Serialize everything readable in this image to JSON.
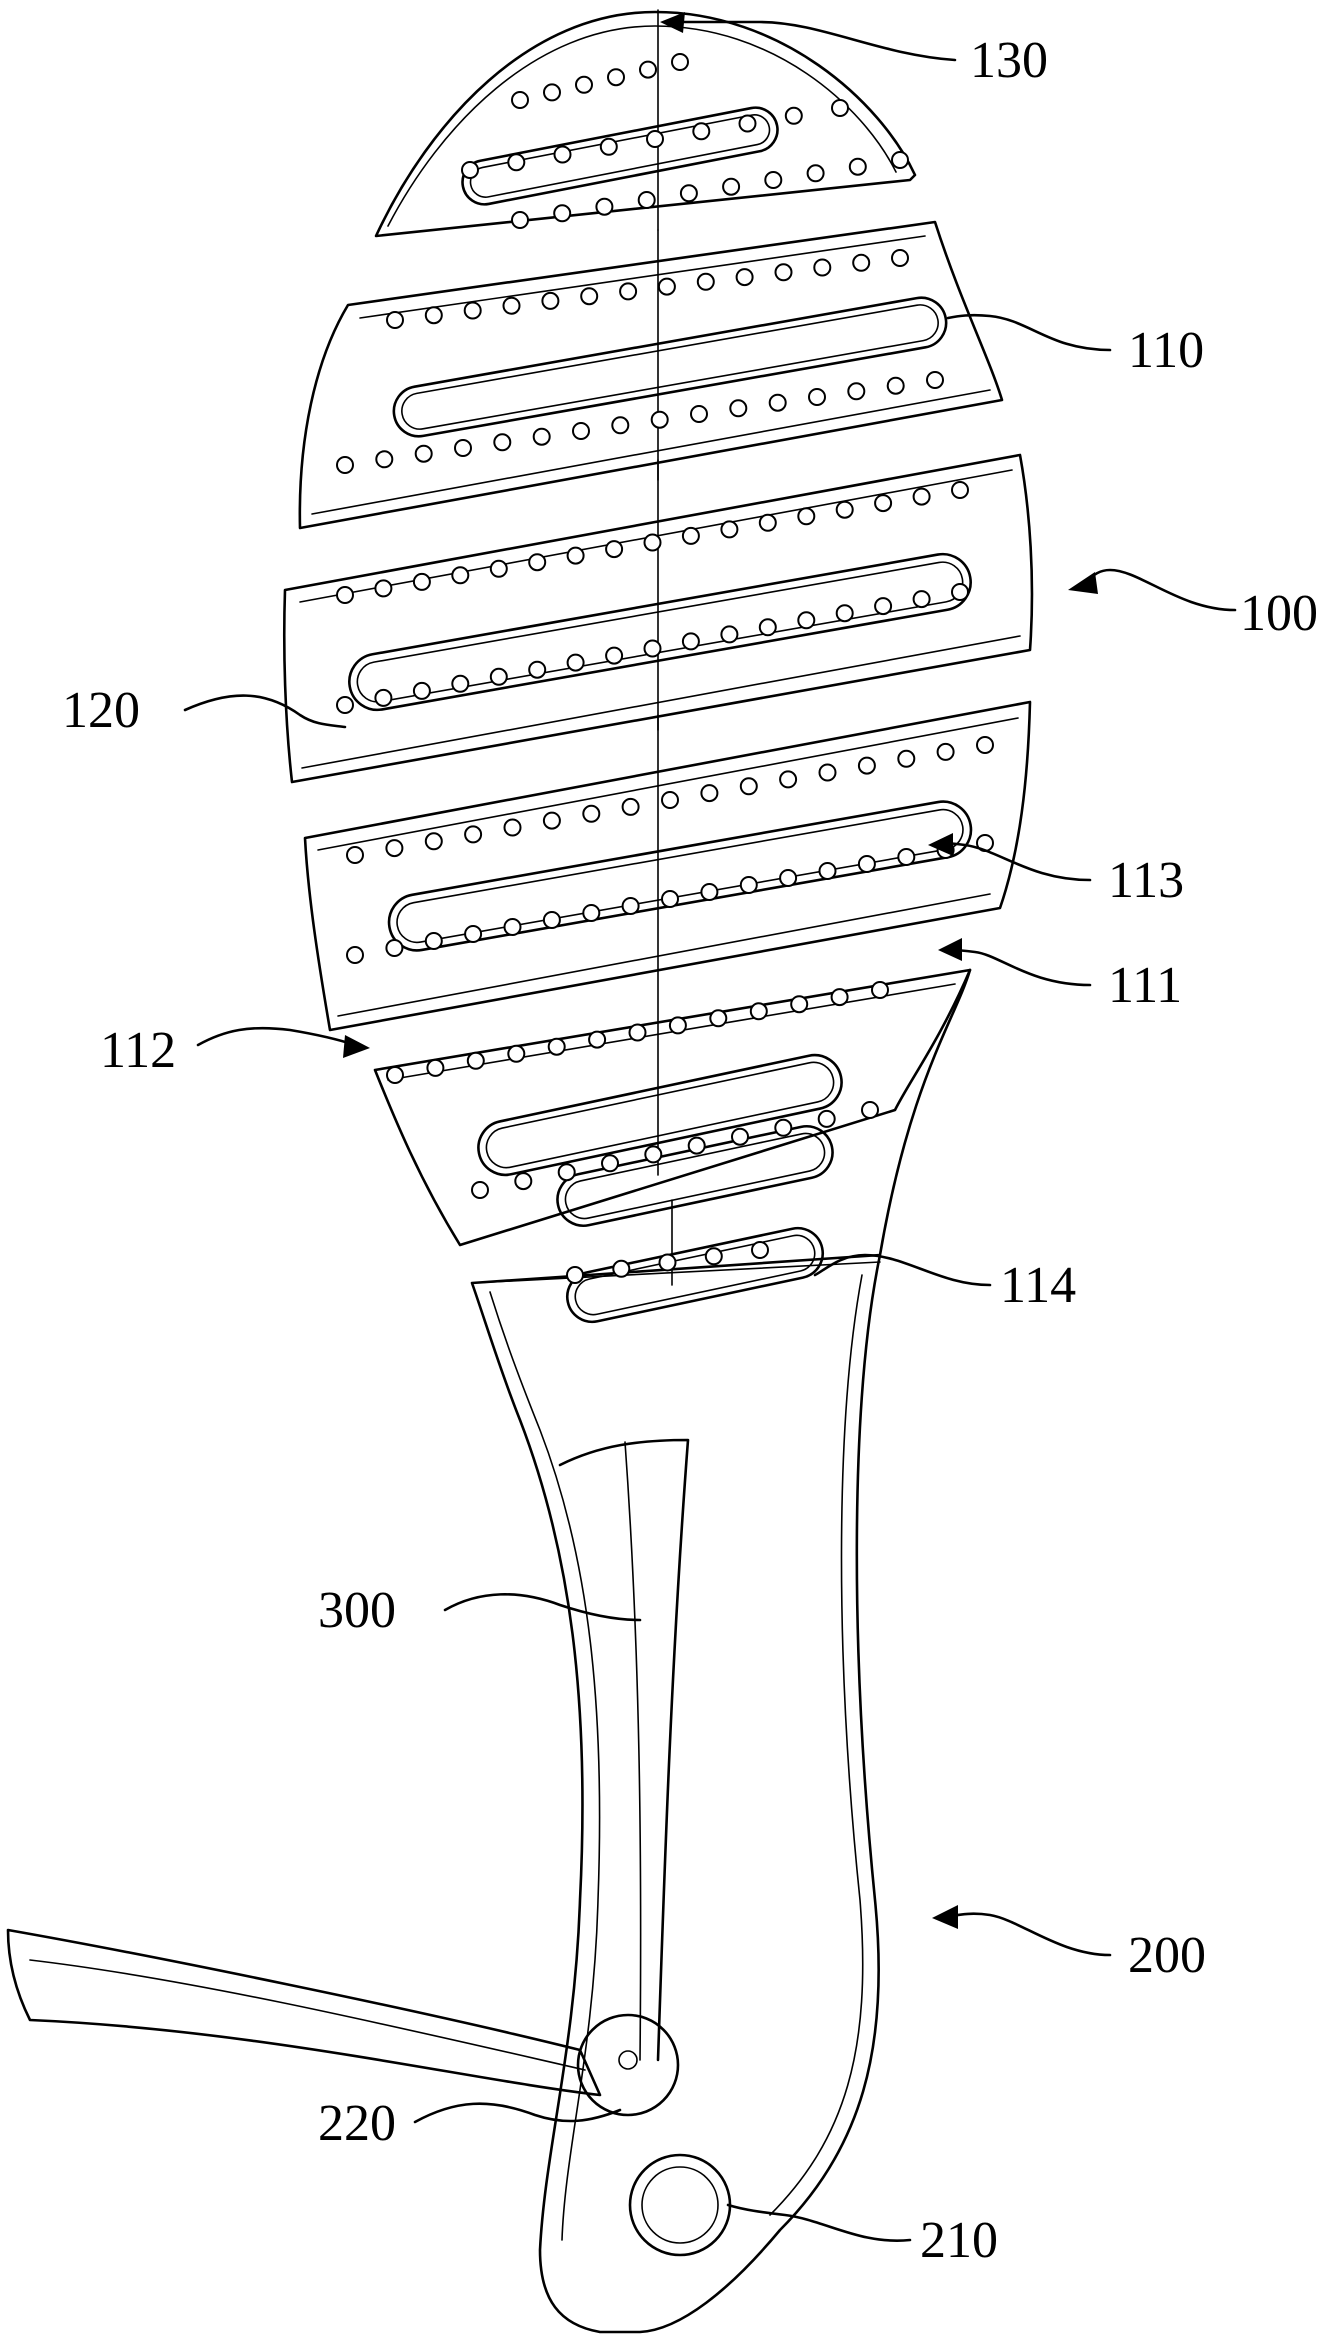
{
  "figure": {
    "labels": {
      "l130": "130",
      "l110": "110",
      "l100": "100",
      "l120": "120",
      "l113": "113",
      "l111": "111",
      "l112": "112",
      "l114": "114",
      "l300": "300",
      "l200": "200",
      "l220": "220",
      "l210": "210"
    }
  }
}
